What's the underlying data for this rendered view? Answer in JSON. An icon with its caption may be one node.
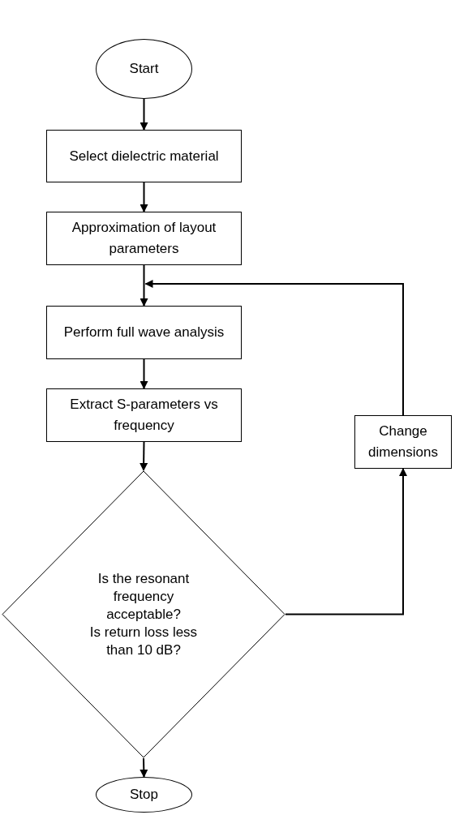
{
  "diagram": {
    "nodes": [
      {
        "text": [
          "Start"
        ]
      },
      {
        "text": [
          "Select dielectric material"
        ]
      },
      {
        "text": [
          "Approximation of layout parameters"
        ]
      },
      {
        "text": [
          "Perform full wave analysis"
        ]
      },
      {
        "text": [
          "Extract S-parameters vs frequency"
        ]
      },
      {
        "text": [
          "Change dimensions"
        ]
      },
      {
        "text": [
          "Is the resonant frequency acceptable?",
          "Is return loss less than 10 dB?"
        ]
      },
      {
        "text": [
          "Stop"
        ]
      }
    ],
    "edges": [
      {
        "from": 0,
        "to": 1,
        "arrow": "to"
      },
      {
        "from": 1,
        "to": 2,
        "arrow": "to"
      },
      {
        "from": 2,
        "to": 3,
        "arrow": "to"
      },
      {
        "from": 3,
        "to": 4,
        "arrow": "to"
      },
      {
        "from": 4,
        "to": 6,
        "arrow": "to"
      },
      {
        "from": 6,
        "to": 7,
        "arrow": "to"
      },
      {
        "from": 6,
        "to": 5,
        "arrow": "to"
      },
      {
        "from": 5,
        "to": 3,
        "arrow": "to"
      }
    ]
  }
}
